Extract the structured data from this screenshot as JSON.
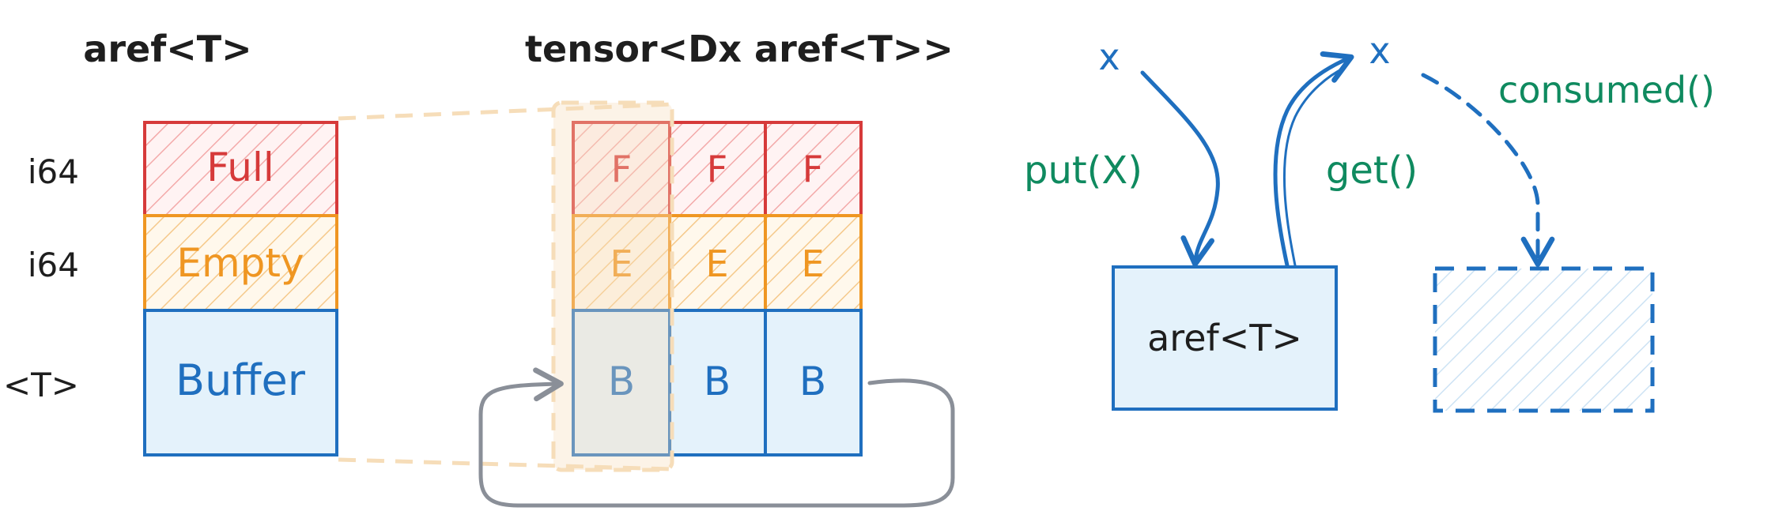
{
  "titles": {
    "left": "aref<T>",
    "middle": "tensor<Dx aref<T>>"
  },
  "row_types": [
    "i64",
    "i64",
    "<T>"
  ],
  "left_fields": {
    "full": "Full",
    "empty": "Empty",
    "buffer": "Buffer"
  },
  "tensor_cells": {
    "full": [
      "F",
      "F",
      "F"
    ],
    "empty": [
      "E",
      "E",
      "E"
    ],
    "buffer": [
      "B",
      "B",
      "B"
    ]
  },
  "ops": {
    "x_left": "x",
    "x_right": "x",
    "put": "put(X)",
    "get": "get()",
    "consumed": "consumed()",
    "box_label": "aref<T>"
  },
  "colors": {
    "red": "#d63a3a",
    "red_fill": "#fbd6d6",
    "orange": "#ef9622",
    "orange_fill": "#fde3bd",
    "blue": "#1f6fbf",
    "blue_fill": "#e4f2fb",
    "green": "#0f8a5f",
    "gray": "#8a8f98",
    "peach": "#f6ddb9",
    "ink": "#1e1e1e"
  }
}
